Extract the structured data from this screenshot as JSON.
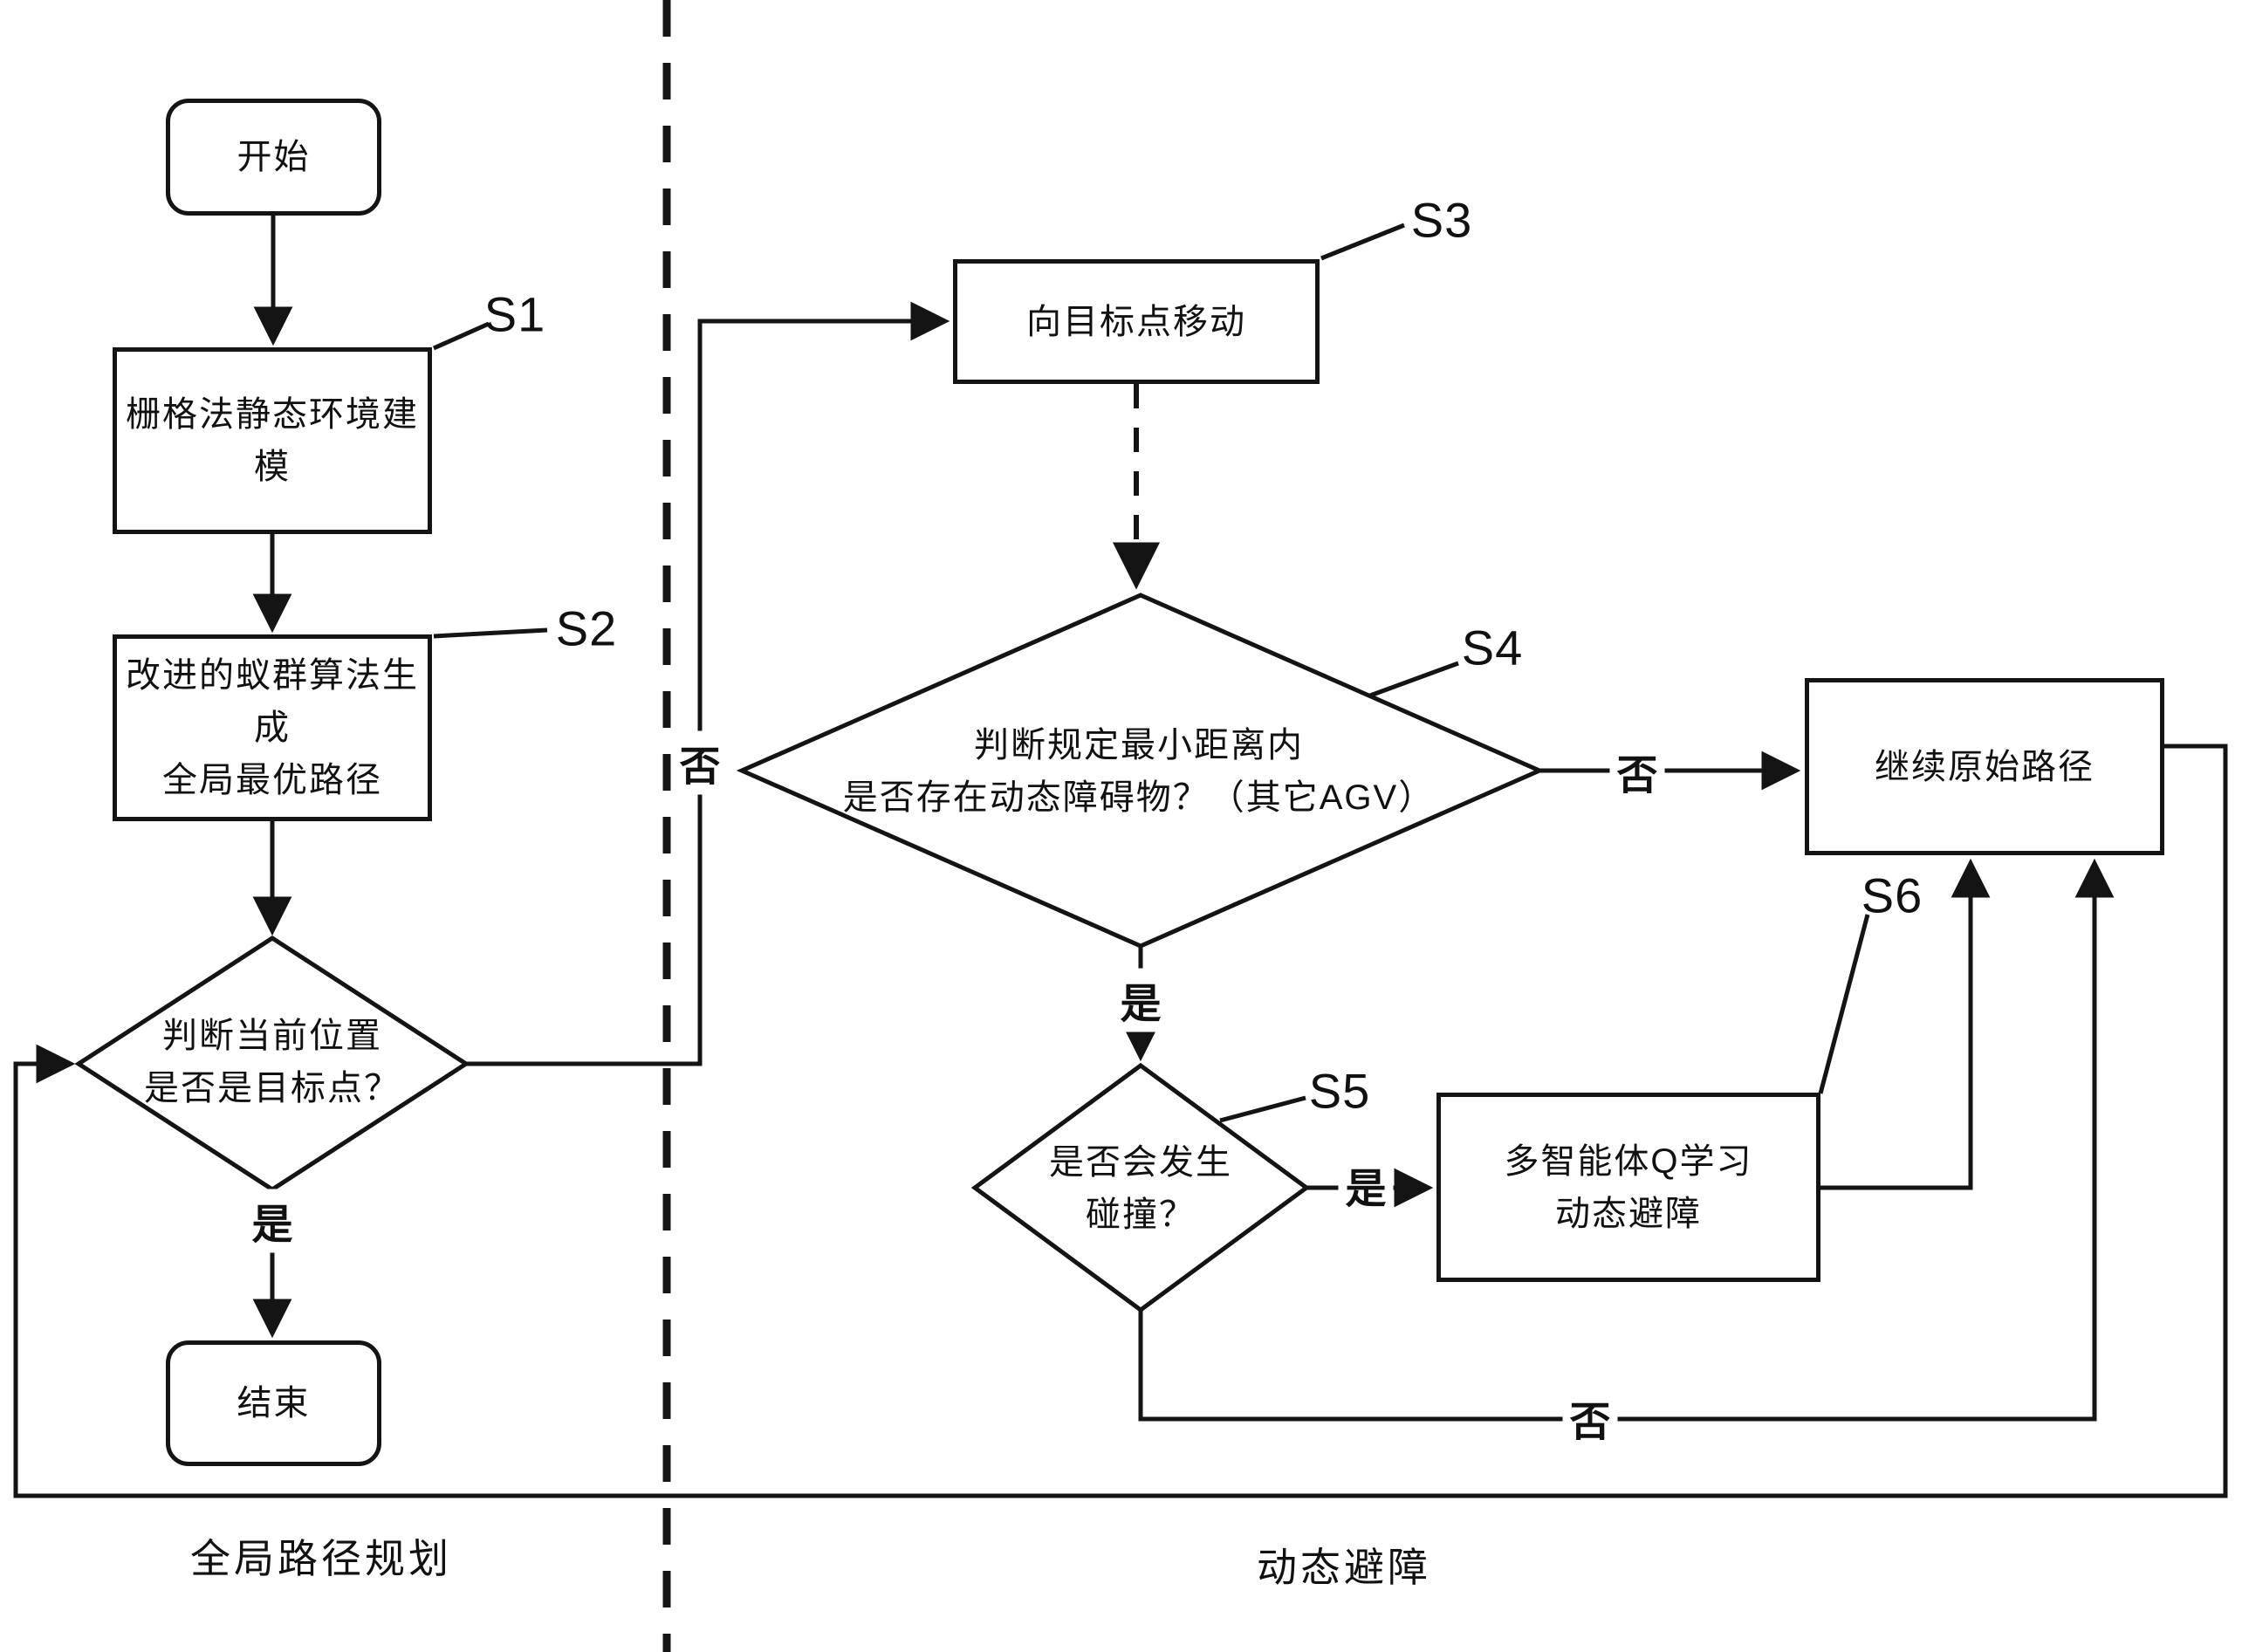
{
  "figure": {
    "background": "#ffffff",
    "line_color": "#141414",
    "type": "flowchart"
  },
  "nodes": {
    "start": {
      "label": "开始"
    },
    "s1": {
      "label": "栅格法静态环境建模"
    },
    "s2": {
      "line1": "改进的蚁群算法生成",
      "line2": "全局最优路径"
    },
    "d1": {
      "line1": "判断当前位置",
      "line2": "是否是目标点？"
    },
    "end": {
      "label": "结束"
    },
    "s3": {
      "label": "向目标点移动"
    },
    "d2": {
      "line1": "判断规定最小距离内",
      "line2": "是否存在动态障碍物？（其它AGV）"
    },
    "d3": {
      "line1": "是否会发生",
      "line2": "碰撞？"
    },
    "s6": {
      "line1": "多智能体Q学习",
      "line2": "动态避障"
    },
    "cont": {
      "label": "继续原始路径"
    }
  },
  "steps": {
    "s1": "S1",
    "s2": "S2",
    "s3": "S3",
    "s4": "S4",
    "s5": "S5",
    "s6": "S6"
  },
  "edges": {
    "d1_yes": "是",
    "d1_no": "否",
    "d2_yes": "是",
    "d2_no": "否",
    "d3_yes": "是",
    "d3_no": "否"
  },
  "sections": {
    "left": "全局路径规划",
    "right": "动态避障"
  }
}
